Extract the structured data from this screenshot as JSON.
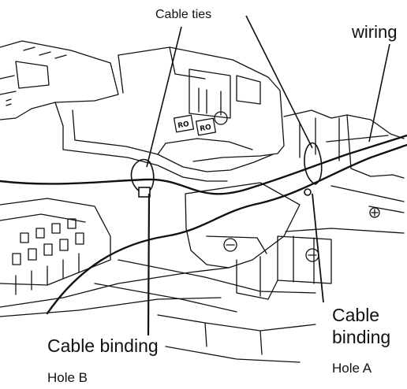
{
  "labels": {
    "cable_ties": "Cable ties",
    "wiring": "wiring",
    "cable_binding_left": "Cable binding",
    "hole_b": "Hole B",
    "cable_binding_right_line1": "Cable",
    "cable_binding_right_line2": "binding",
    "hole_a": "Hole A"
  },
  "panel_markings": {
    "mark_1": "RO",
    "mark_2": "RO"
  },
  "colors": {
    "line": "#111111",
    "background": "#ffffff"
  }
}
